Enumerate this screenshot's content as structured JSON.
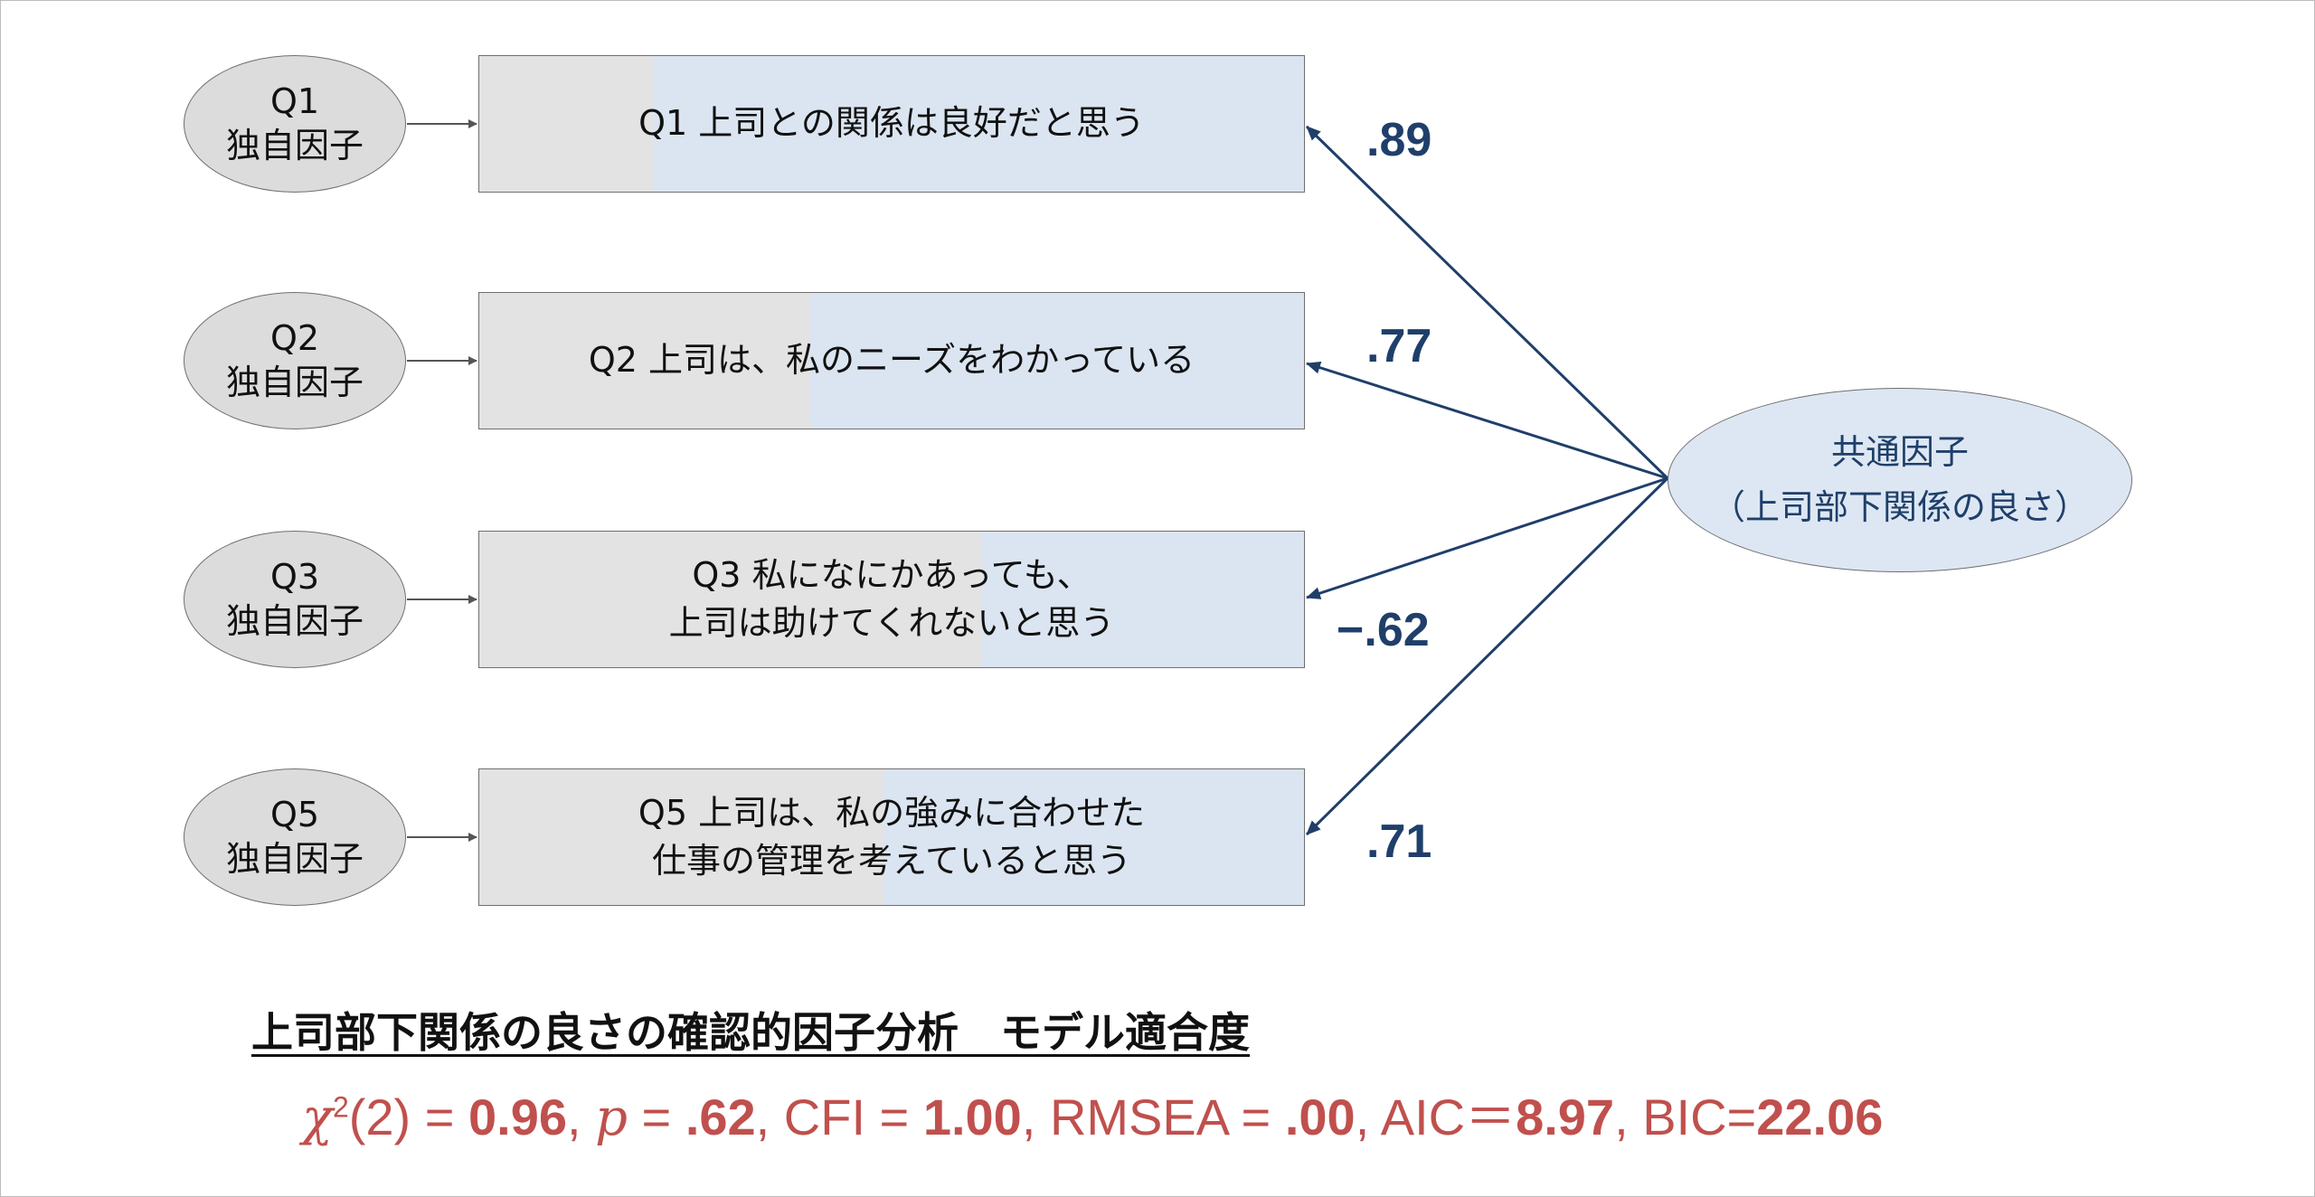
{
  "colors": {
    "unique_factor_fill": "#dcdcdc",
    "item_fill": "#e3e3e3",
    "item_common_fill": "#dbe5f1",
    "common_factor_fill": "#dde7f3",
    "path_color": "#1f3f6a",
    "fit_color": "#c0504d"
  },
  "unique_factors": [
    {
      "line1": "Q1",
      "line2": "独自因子"
    },
    {
      "line1": "Q2",
      "line2": "独自因子"
    },
    {
      "line1": "Q3",
      "line2": "独自因子"
    },
    {
      "line1": "Q5",
      "line2": "独自因子"
    }
  ],
  "items": [
    {
      "line1": "Q1 上司との関係は良好だと思う",
      "line2": "",
      "loading": ".89",
      "common_share": 0.79
    },
    {
      "line1": "Q2 上司は、私のニーズをわかっている",
      "line2": "",
      "loading": ".77",
      "common_share": 0.6
    },
    {
      "line1": "Q3 私になにかあっても、",
      "line2": "上司は助けてくれないと思う",
      "loading": "−.62",
      "common_share": 0.39
    },
    {
      "line1": "Q5 上司は、私の強みに合わせた",
      "line2": "仕事の管理を考えていると思う",
      "loading": ".71",
      "common_share": 0.51
    }
  ],
  "common_factor": {
    "line1": "共通因子",
    "line2": "（上司部下関係の良さ）"
  },
  "fit": {
    "title": "上司部下関係の良さの確認的因子分析　モデル適合度",
    "chi_symbol": "χ",
    "chi_sup": "2",
    "chi_df": "(2) = ",
    "chi_value": "0.96",
    "sep1": ", ",
    "p_symbol": "p",
    "p_eq": " = ",
    "p_value": ".62",
    "cfi_label": ", CFI = ",
    "cfi_value": "1.00",
    "rmsea_label": ", RMSEA = ",
    "rmsea_value": ".00",
    "aic_label": ", AIC＝",
    "aic_value": "8.97",
    "bic_label": ", BIC=",
    "bic_value": "22.06"
  }
}
